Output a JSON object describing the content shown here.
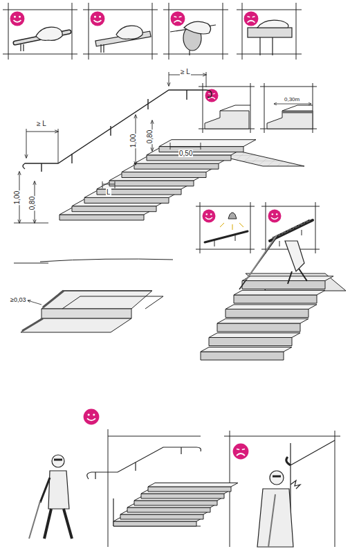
{
  "diagram": {
    "labels": [
      "≥ L",
      "≥ L",
      "1,00",
      "0,80",
      "1,00",
      "0,80",
      "0,50",
      "L",
      "0,30m",
      "≥0,03"
    ]
  }
}
